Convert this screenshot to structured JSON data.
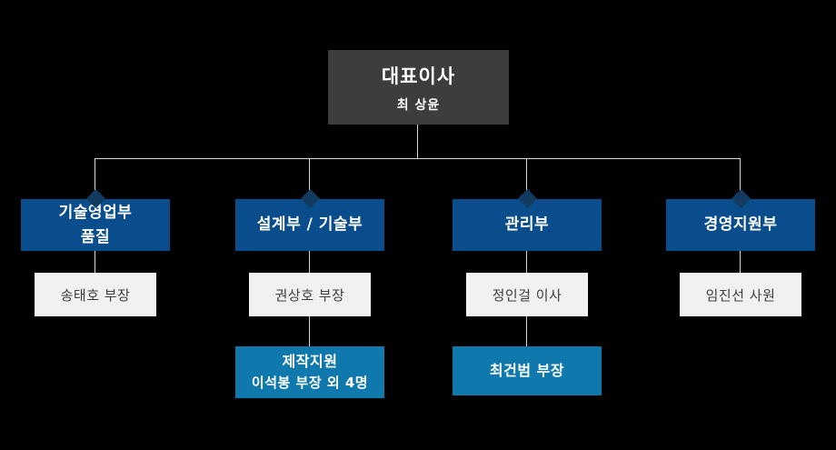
{
  "page": {
    "background": "#000000"
  },
  "org_chart": {
    "root": {
      "title": "대표이사",
      "name": "최 상윤"
    },
    "branches": [
      {
        "dept": {
          "line1": "기술영업부",
          "line2": "품질"
        },
        "manager": "송태호 부장",
        "sub": null
      },
      {
        "dept": {
          "line1": "설계부 / 기술부",
          "line2": ""
        },
        "manager": "권상호 부장",
        "sub": {
          "line1": "제작지원",
          "line2": "이석봉 부장 외 4명"
        }
      },
      {
        "dept": {
          "line1": "관리부",
          "line2": ""
        },
        "manager": "정인걸 이사",
        "sub": {
          "line1": "최건범 부장",
          "line2": ""
        }
      },
      {
        "dept": {
          "line1": "경영지원부",
          "line2": ""
        },
        "manager": "임진선 사원",
        "sub": null
      }
    ],
    "colors": {
      "background": "#000000",
      "root_bg": "#3d3d3d",
      "dept_bg": "#0a4d8c",
      "sub_bg": "#0f79ad",
      "manager_bg": "#f1f1f1",
      "manager_text": "#3d3d3d",
      "diamond": "#133a5f",
      "connector_line": "#d9d9d9",
      "text_on_dark": "#ffffff"
    }
  }
}
